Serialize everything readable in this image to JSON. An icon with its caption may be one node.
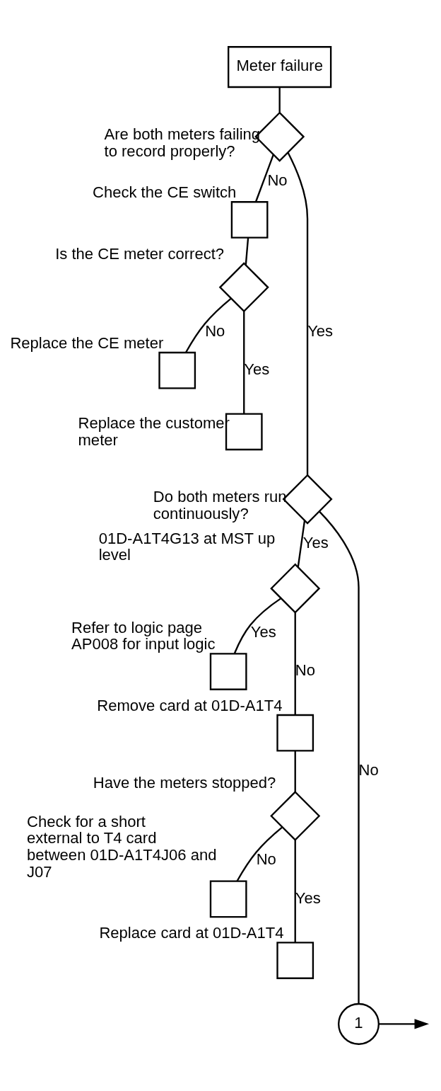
{
  "diagram": {
    "nodes": [
      {
        "text": [
          "Meter failure"
        ]
      },
      {
        "text": [],
        "shape": "diamond",
        "beside": [
          "Are both meters failing to record properly?"
        ]
      },
      {
        "text": [],
        "shape": "box",
        "beside": [
          "Check the CE switch"
        ]
      },
      {
        "text": [],
        "shape": "diamond",
        "beside": [
          "Is the CE meter correct?"
        ]
      },
      {
        "text": [],
        "shape": "box",
        "beside": [
          "Replace the CE meter"
        ]
      },
      {
        "text": [],
        "shape": "box",
        "beside": [
          "Replace the customer meter"
        ]
      },
      {
        "text": [],
        "shape": "diamond",
        "beside": [
          "Do both meters run continuously?"
        ]
      },
      {
        "text": [],
        "shape": "diamond",
        "beside": [
          "01D-A1T4G13 at MST up level"
        ]
      },
      {
        "text": [],
        "shape": "box",
        "beside": [
          "Refer to logic page AP008 for input logic"
        ]
      },
      {
        "text": [],
        "shape": "box",
        "beside": [
          "Remove card at 01D-A1T4"
        ]
      },
      {
        "text": [],
        "shape": "diamond",
        "beside": [
          "Have the meters stopped?"
        ]
      },
      {
        "text": [],
        "shape": "box",
        "beside": [
          "Check for a short external to T4 card between 01D-A1T4J06 and J07"
        ]
      },
      {
        "text": [],
        "shape": "box",
        "beside": [
          "Replace card at 01D-A1T4"
        ]
      },
      {
        "text": [
          "1"
        ]
      }
    ],
    "edges": [
      {
        "from": 0,
        "to": 1,
        "arrow": "none"
      },
      {
        "from": 1,
        "to": 2,
        "arrow": "none",
        "label": "No"
      },
      {
        "from": 1,
        "to": 6,
        "arrow": "none",
        "label": "Yes"
      },
      {
        "from": 2,
        "to": 3,
        "arrow": "none"
      },
      {
        "from": 3,
        "to": 4,
        "arrow": "none",
        "label": "No"
      },
      {
        "from": 3,
        "to": 5,
        "arrow": "none",
        "label": "Yes"
      },
      {
        "from": 6,
        "to": 7,
        "arrow": "none",
        "label": "Yes"
      },
      {
        "from": 6,
        "to": 13,
        "arrow": "none",
        "label": "No"
      },
      {
        "from": 7,
        "to": 8,
        "arrow": "none",
        "label": "Yes"
      },
      {
        "from": 7,
        "to": 9,
        "arrow": "none",
        "label": "No"
      },
      {
        "from": 9,
        "to": 10,
        "arrow": "none"
      },
      {
        "from": 10,
        "to": 11,
        "arrow": "none",
        "label": "No"
      },
      {
        "from": 10,
        "to": 12,
        "arrow": "none",
        "label": "Yes"
      },
      {
        "from": 13,
        "to": null,
        "arrow": "to"
      }
    ]
  }
}
